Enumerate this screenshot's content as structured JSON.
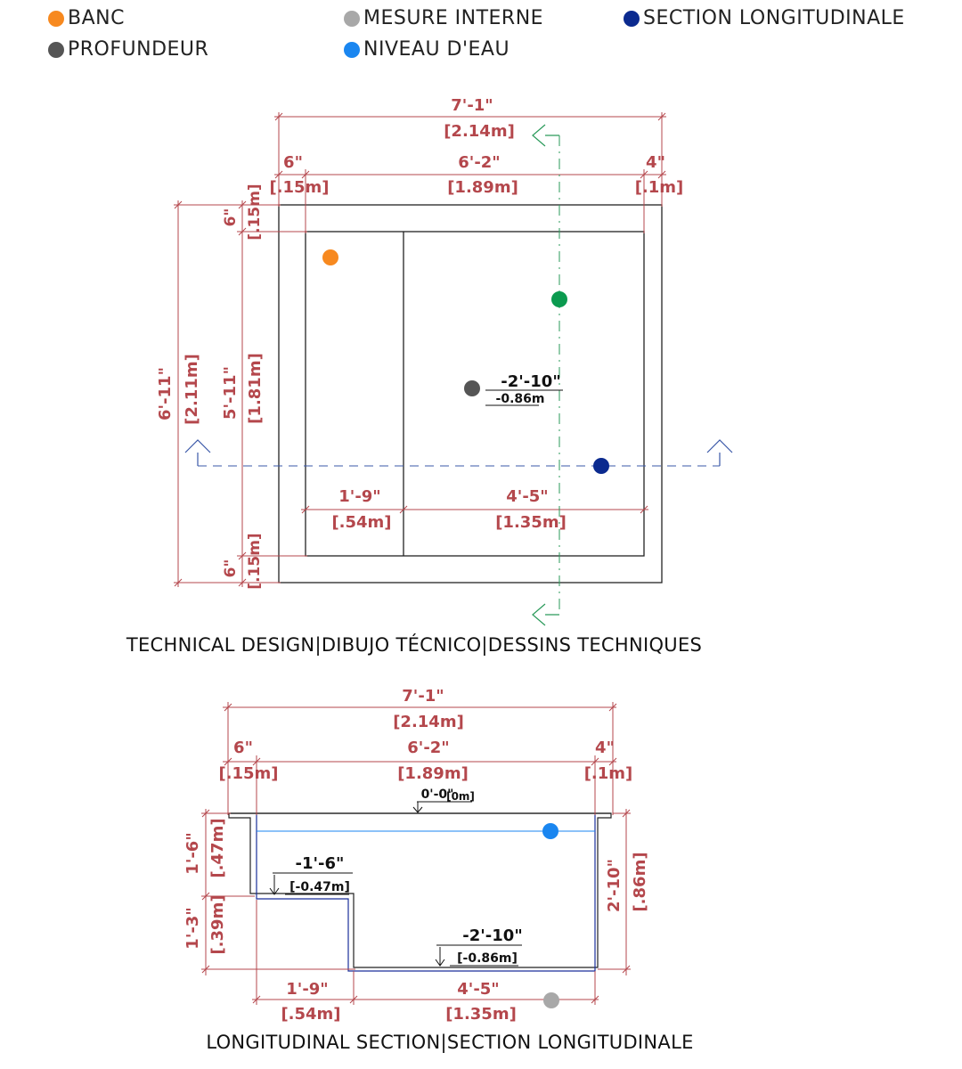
{
  "legend": [
    {
      "label": "BANC",
      "color": "#f7891f"
    },
    {
      "label": "PROFUNDEUR",
      "color": "#555555"
    },
    {
      "label": "MESURE INTERNE",
      "color": "#a8a8a8"
    },
    {
      "label": "NIVEAU D'EAU",
      "color": "#1a86f0"
    },
    {
      "label": "SECTION LONGITUDINALE",
      "color": "#0b2a8f"
    }
  ],
  "plan": {
    "caption": "TECHNICAL DESIGN|DIBUJO TÉCNICO|DESSINS TECHNIQUES",
    "overall_width_ft": "7'-1\"",
    "overall_width_m": "[2.14m]",
    "wall_left_ft": "6\"",
    "wall_left_m": "[.15m]",
    "inner_width_ft": "6'-2\"",
    "inner_width_m": "[1.89m]",
    "wall_right_ft": "4\"",
    "wall_right_m": "[.1m]",
    "overall_height_ft": "6'-11\"",
    "overall_height_m": "[2.11m]",
    "wall_top_ft": "6\"",
    "wall_top_m": "[.15m]",
    "inner_height_ft": "5'-11\"",
    "inner_height_m": "[1.81m]",
    "wall_bottom_ft": "6\"",
    "wall_bottom_m": "[.15m]",
    "bench_width_ft": "1'-9\"",
    "bench_width_m": "[.54m]",
    "deep_width_ft": "4'-5\"",
    "deep_width_m": "[1.35m]",
    "depth_ft": "-2'-10\"",
    "depth_m": "-0.86m",
    "marker_colors": {
      "bench": "#f7891f",
      "depth": "#555555",
      "cut": "#0b9a4f",
      "section": "#0b2a8f"
    }
  },
  "section": {
    "caption": "LONGITUDINAL SECTION|SECTION LONGITUDINALE",
    "overall_width_ft": "7'-1\"",
    "overall_width_m": "[2.14m]",
    "wall_left_ft": "6\"",
    "wall_left_m": "[.15m]",
    "inner_width_ft": "6'-2\"",
    "inner_width_m": "[1.89m]",
    "wall_right_ft": "4\"",
    "wall_right_m": "[.1m]",
    "top_level_ft": "0'-0\"",
    "top_level_m": "[0m]",
    "bench_level_ft": "-1'-6\"",
    "bench_level_m": "[-0.47m]",
    "floor_level_ft": "-2'-10\"",
    "floor_level_m": "[-0.86m]",
    "bench_depth_ft": "1'-6\"",
    "bench_depth_m": "[.47m]",
    "lower_depth_ft": "1'-3\"",
    "lower_depth_m": "[.39m]",
    "total_depth_ft": "2'-10\"",
    "total_depth_m": "[.86m]",
    "bench_width_ft": "1'-9\"",
    "bench_width_m": "[.54m]",
    "deep_width_ft": "4'-5\"",
    "deep_width_m": "[1.35m]",
    "marker_colors": {
      "water": "#1a86f0",
      "internal": "#a8a8a8"
    }
  }
}
